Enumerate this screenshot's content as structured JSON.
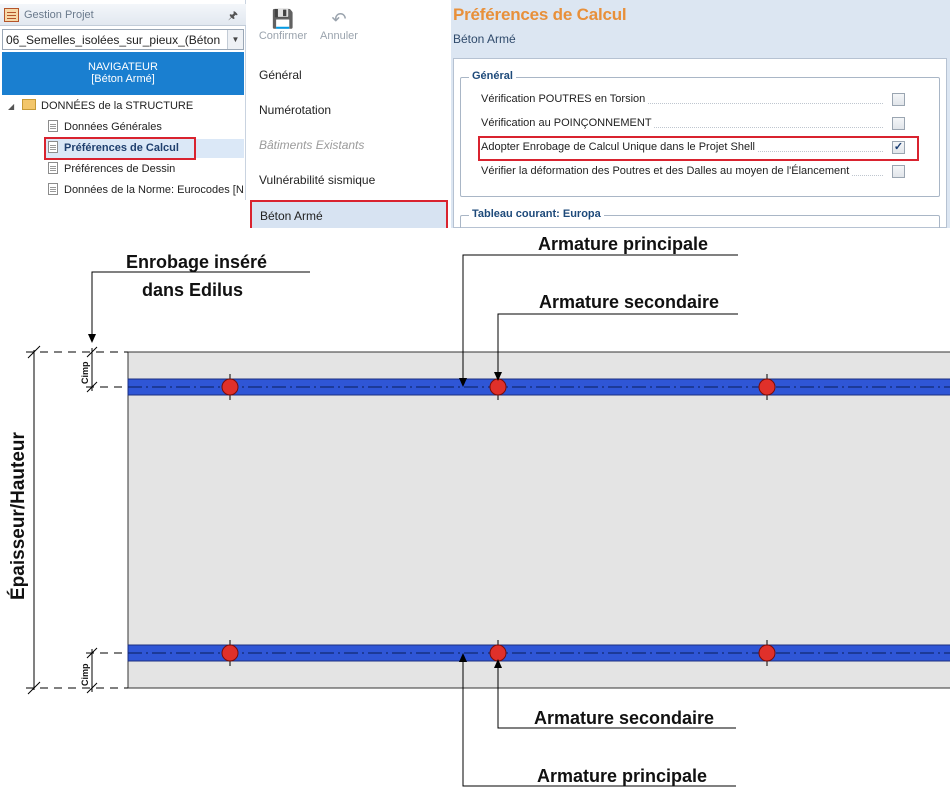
{
  "project_panel": {
    "title": "Gestion Projet",
    "pin_icon": "pin-icon",
    "project_name": "06_Semelles_isolées_sur_pieux_(Béton",
    "navigator": {
      "line1": "NAVIGATEUR",
      "line2": "[Béton Armé]"
    },
    "tree": {
      "root": "DONNÉES de la STRUCTURE",
      "items": [
        "Données Générales",
        "Préférences de Calcul",
        "Préférences de Dessin",
        "Données de la Norme: Eurocodes [NA"
      ],
      "selected_index": 1
    }
  },
  "toolbar": {
    "confirm_label": "Confirmer",
    "cancel_label": "Annuler"
  },
  "categories": {
    "items": [
      "Général",
      "Numérotation",
      "Bâtiments Existants",
      "Vulnérabilité sismique",
      "Béton Armé"
    ],
    "disabled_index": 2,
    "selected_index": 4
  },
  "preferences": {
    "title": "Préférences de Calcul",
    "subtitle": "Béton Armé",
    "general_group": {
      "legend": "Général",
      "options": [
        {
          "label": "Vérification POUTRES en Torsion",
          "checked": false
        },
        {
          "label": "Vérification au POINÇONNEMENT",
          "checked": false
        },
        {
          "label": "Adopter Enrobage de Calcul Unique dans le Projet Shell",
          "checked": true
        },
        {
          "label": "Vérifier la déformation des Poutres et des Dalles au moyen de l'Élancement",
          "checked": false
        }
      ]
    },
    "table_group": {
      "legend": "Tableau courant: Europa"
    }
  },
  "diagram": {
    "labels": {
      "cover_line1": "Enrobage inséré",
      "cover_line2": "dans Edilus",
      "top_main": "Armature principale",
      "top_secondary": "Armature secondaire",
      "bottom_secondary": "Armature secondaire",
      "bottom_main": "Armature principale",
      "thickness": "Épaisseur/Hauteur",
      "cimp": "Cimp"
    },
    "colors": {
      "concrete": "#e4e4e4",
      "main_bar": "#2f56d6",
      "secondary_bar": "#e0302a",
      "highlight_red": "#d9232f",
      "title_orange": "#e8903a",
      "nav_blue": "#1a7fd0"
    }
  }
}
